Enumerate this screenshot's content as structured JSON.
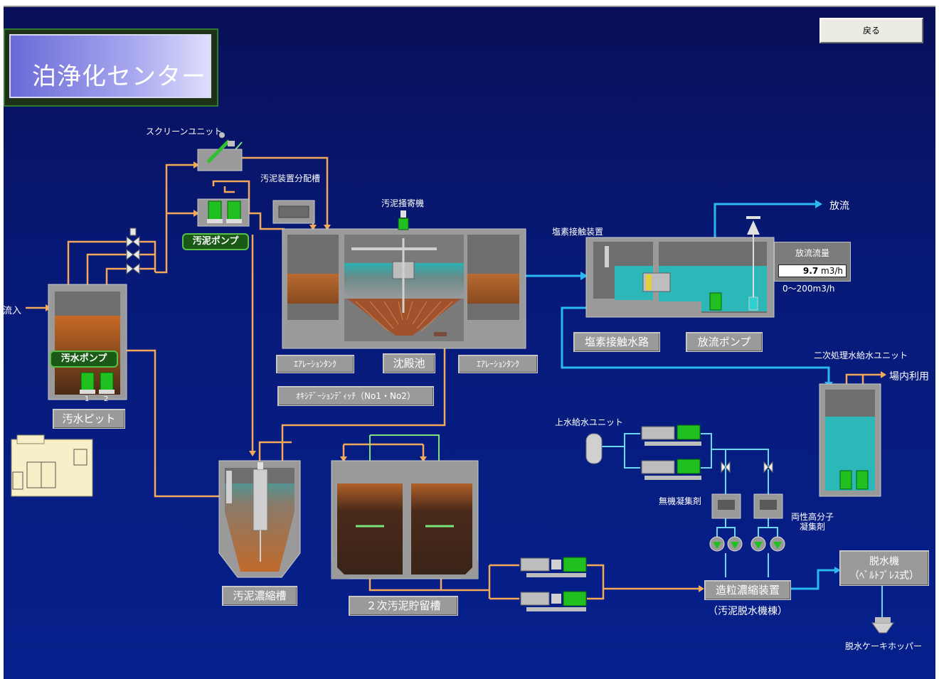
{
  "title": "泊浄化センター",
  "back_button": "戻る",
  "labels": {
    "inflow": "流入",
    "screen_unit": "スクリーンユニット",
    "sludge_distributor": "汚泥装置分配槽",
    "sludge_collector": "汚泥掻寄機",
    "chlorine_device": "塩素接触装置",
    "discharge": "放流",
    "secondary_unit": "二次処理水給水ユニット",
    "onsite_use": "場内利用",
    "water_supply_unit": "上水給水ユニット",
    "inorganic_coagulant": "無機凝集剤",
    "polymer_coagulant_1": "両性高分子",
    "polymer_coagulant_2": "凝集剤",
    "cake_hopper": "脱水ケーキホッパー",
    "pump_no_1": "1",
    "pump_no_2": "2"
  },
  "tags": {
    "sewage_pump": "汚水ポンプ",
    "sludge_pump": "汚泥ポンプ"
  },
  "plates": {
    "sewage_pit": "汚水ピット",
    "aeration_left": "ｴｱﾚｰｼｮﾝﾀﾝｸ",
    "settling": "沈殿池",
    "aeration_right": "ｴｱﾚｰｼｮﾝﾀﾝｸ",
    "oxidation_ditch": "ｵｷｼﾃﾞｰｼｮﾝﾃﾞｨｯﾁ（No1・No2）",
    "chlorine_channel": "塩素接触水路",
    "discharge_pump": "放流ポンプ",
    "sludge_thickener": "汚泥濃縮槽",
    "secondary_storage": "２次汚泥貯留槽",
    "granulation": "造粒濃縮装置",
    "granulation_sub": "（汚泥脱水機棟）",
    "dehydrator_1": "脱水機",
    "dehydrator_2": "（ﾍﾞﾙﾄﾌﾟﾚｽ式）"
  },
  "flow": {
    "title": "放流流量",
    "value": "9.7",
    "unit": "m3/h",
    "range": "0～200m3/h"
  },
  "colors": {
    "orange_pipe": "#f0a050",
    "cyan_pipe": "#2ab8f0",
    "green_pipe": "#70e070",
    "tank_water": "#2bb2b4",
    "sludge": "#c06020"
  }
}
